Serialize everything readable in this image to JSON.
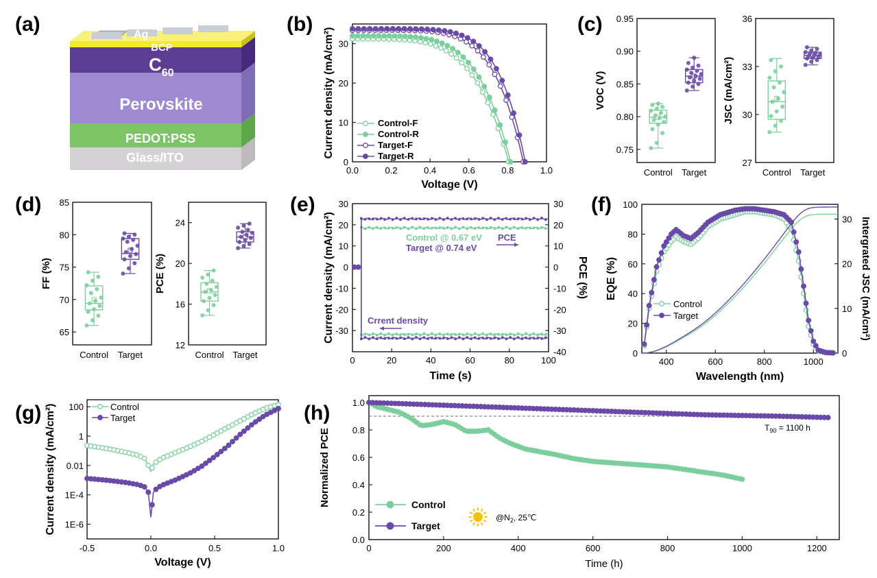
{
  "colors": {
    "control": "#7ccf9c",
    "target": "#6a4aa8",
    "axis": "#000000",
    "stack": "#6a4aa8"
  },
  "panel_labels": [
    "(a)",
    "(b)",
    "(c)",
    "(d)",
    "(e)",
    "(f)",
    "(g)",
    "(h)"
  ],
  "device_stack": {
    "layers": [
      {
        "name": "Ag",
        "color": "#c9ced6"
      },
      {
        "name": "BCP",
        "color": "#f2ea2c"
      },
      {
        "name": "C",
        "sub": "60",
        "color": "#5b3d92"
      },
      {
        "name": "Perovskite",
        "color": "#9d8ad0"
      },
      {
        "name": "PEDOT:PSS",
        "color": "#7cc466"
      },
      {
        "name": "Glass/ITO",
        "color": "#d5d2d6"
      }
    ]
  },
  "chart_data": [
    {
      "id": "b",
      "type": "line",
      "xlabel": "Voltage (V)",
      "ylabel": "Current density (mA/cm²)",
      "xlim": [
        0.0,
        1.0
      ],
      "ylim": [
        0,
        35
      ],
      "xticks": [
        "0.0",
        "0.2",
        "0.4",
        "0.6",
        "0.8",
        "1.0"
      ],
      "yticks": [
        "0",
        "10",
        "20",
        "30"
      ],
      "legend_position": "bottom-left",
      "series": [
        {
          "name": "Control-F",
          "jsc": 31.2,
          "voc": 0.805,
          "n": 4.6,
          "marker": "open"
        },
        {
          "name": "Control-R",
          "jsc": 32.0,
          "voc": 0.815,
          "n": 5.0,
          "marker": "filled"
        },
        {
          "name": "Target-F",
          "jsc": 33.4,
          "voc": 0.88,
          "n": 6.0,
          "marker": "open"
        },
        {
          "name": "Target-R",
          "jsc": 33.8,
          "voc": 0.89,
          "n": 6.6,
          "marker": "filled"
        }
      ]
    },
    {
      "id": "c1",
      "type": "box",
      "ylabel": "VOC (V)",
      "ylim": [
        0.73,
        0.95
      ],
      "yticks": [
        "0.75",
        "0.80",
        "0.85",
        "0.90",
        "0.95"
      ],
      "categories": [
        "Control",
        "Target"
      ],
      "boxes": [
        {
          "name": "Control",
          "min": 0.752,
          "q1": 0.79,
          "median": 0.799,
          "q3": 0.81,
          "max": 0.82,
          "mean": 0.799,
          "points": [
            0.752,
            0.76,
            0.775,
            0.781,
            0.788,
            0.792,
            0.795,
            0.798,
            0.8,
            0.802,
            0.806,
            0.809,
            0.812,
            0.815,
            0.818,
            0.82
          ]
        },
        {
          "name": "Target",
          "min": 0.84,
          "q1": 0.852,
          "median": 0.862,
          "q3": 0.872,
          "max": 0.89,
          "mean": 0.862,
          "points": [
            0.84,
            0.846,
            0.85,
            0.852,
            0.855,
            0.858,
            0.86,
            0.862,
            0.865,
            0.867,
            0.87,
            0.872,
            0.875,
            0.878,
            0.882,
            0.89
          ]
        }
      ]
    },
    {
      "id": "c2",
      "type": "box",
      "ylabel": "JSC (mA/cm²)",
      "ylim": [
        27,
        36
      ],
      "yticks": [
        "27",
        "30",
        "33",
        "36"
      ],
      "categories": [
        "Control",
        "Target"
      ],
      "boxes": [
        {
          "name": "Control",
          "min": 28.9,
          "q1": 29.7,
          "median": 30.8,
          "q3": 32.1,
          "max": 33.5,
          "mean": 31.0,
          "points": [
            28.9,
            29.3,
            29.6,
            29.9,
            30.2,
            30.5,
            30.8,
            31.0,
            31.4,
            31.7,
            32.0,
            32.3,
            32.7,
            33.0,
            33.4
          ]
        },
        {
          "name": "Target",
          "min": 33.1,
          "q1": 33.5,
          "median": 33.7,
          "q3": 33.9,
          "max": 34.2,
          "mean": 33.7,
          "points": [
            33.1,
            33.3,
            33.4,
            33.5,
            33.55,
            33.6,
            33.65,
            33.7,
            33.75,
            33.8,
            33.85,
            33.9,
            34.0,
            34.1,
            34.2
          ]
        }
      ]
    },
    {
      "id": "d1",
      "type": "box",
      "ylabel": "FF (%)",
      "ylim": [
        63,
        85
      ],
      "yticks": [
        "65",
        "70",
        "75",
        "80",
        "85"
      ],
      "categories": [
        "Control",
        "Target"
      ],
      "boxes": [
        {
          "name": "Control",
          "min": 66.0,
          "q1": 68.4,
          "median": 69.4,
          "q3": 72.1,
          "max": 74.2,
          "mean": 70.0,
          "points": [
            66.0,
            66.8,
            67.5,
            68.1,
            68.5,
            69.0,
            69.4,
            69.8,
            70.3,
            71.0,
            71.6,
            72.2,
            72.9,
            73.5,
            74.2
          ]
        },
        {
          "name": "Target",
          "min": 74.0,
          "q1": 76.2,
          "median": 77.1,
          "q3": 79.4,
          "max": 80.2,
          "mean": 77.6,
          "points": [
            74.0,
            74.8,
            75.6,
            76.2,
            76.7,
            77.0,
            77.3,
            77.8,
            78.3,
            78.9,
            79.2,
            79.4,
            79.7,
            80.0,
            80.2
          ]
        }
      ]
    },
    {
      "id": "d2",
      "type": "box",
      "ylabel": "PCE (%)",
      "ylim": [
        12,
        26
      ],
      "yticks": [
        "12",
        "16",
        "20",
        "24"
      ],
      "categories": [
        "Control",
        "Target"
      ],
      "boxes": [
        {
          "name": "Control",
          "min": 14.9,
          "q1": 16.3,
          "median": 17.2,
          "q3": 18.1,
          "max": 19.3,
          "mean": 17.3,
          "points": [
            14.9,
            15.4,
            15.9,
            16.3,
            16.6,
            16.9,
            17.2,
            17.4,
            17.7,
            18.0,
            18.3,
            18.6,
            18.9,
            19.3
          ]
        },
        {
          "name": "Target",
          "min": 21.5,
          "q1": 22.1,
          "median": 22.6,
          "q3": 23.1,
          "max": 23.9,
          "mean": 22.6,
          "points": [
            21.5,
            21.7,
            21.9,
            22.1,
            22.3,
            22.5,
            22.6,
            22.8,
            23.0,
            23.1,
            23.3,
            23.5,
            23.7,
            23.9
          ]
        }
      ]
    },
    {
      "id": "e",
      "type": "line",
      "xlabel": "Time (s)",
      "ylabel": "Current density (mA/cm²)",
      "ylabel2": "PCE (%)",
      "xlim": [
        0,
        100
      ],
      "ylim": [
        -40,
        30
      ],
      "xticks": [
        "0",
        "20",
        "40",
        "60",
        "80",
        "100"
      ],
      "yticks": [
        "-30",
        "-20",
        "-10",
        "0",
        "10",
        "20",
        "30"
      ],
      "y2ticks": [
        "-40",
        "-30",
        "-20",
        "-10",
        "0",
        "10",
        "20",
        "30"
      ],
      "annotations": [
        "Control  @ 0.67 eV",
        "Target   @ 0.74 eV",
        "PCE",
        "Crrent density"
      ],
      "series": [
        {
          "name": "Control PCE",
          "start": 4.5,
          "value": 18.5
        },
        {
          "name": "Target PCE",
          "start": 4.5,
          "value": 22.8
        },
        {
          "name": "Control current",
          "start": 4.5,
          "value": -31.8
        },
        {
          "name": "Target current",
          "start": 4.5,
          "value": -33.6
        }
      ]
    },
    {
      "id": "f",
      "type": "line",
      "xlabel": "Wavelength (nm)",
      "ylabel": "EQE (%)",
      "ylabel2": "Intergrated JSC (mA/cm²)",
      "xlim": [
        300,
        1100
      ],
      "ylim": [
        0,
        100
      ],
      "y2lim": [
        0,
        33.3
      ],
      "xticks": [
        "400",
        "600",
        "800",
        "1000"
      ],
      "yticks": [
        "0",
        "20",
        "40",
        "60",
        "80",
        "100"
      ],
      "y2ticks": [
        "0",
        "10",
        "20",
        "30"
      ],
      "legend_position": "lower-left",
      "series": [
        {
          "name": "Control",
          "eqe": [
            [
              310,
              5
            ],
            [
              330,
              30
            ],
            [
              360,
              55
            ],
            [
              390,
              68
            ],
            [
              420,
              75
            ],
            [
              440,
              78
            ],
            [
              470,
              75
            ],
            [
              500,
              73
            ],
            [
              530,
              77
            ],
            [
              570,
              85
            ],
            [
              620,
              90
            ],
            [
              680,
              93
            ],
            [
              720,
              95
            ],
            [
              760,
              95
            ],
            [
              800,
              94
            ],
            [
              840,
              93
            ],
            [
              880,
              90
            ],
            [
              910,
              83
            ],
            [
              940,
              62
            ],
            [
              960,
              40
            ],
            [
              980,
              18
            ],
            [
              1000,
              6
            ],
            [
              1020,
              1.5
            ],
            [
              1050,
              0.3
            ],
            [
              1100,
              0
            ]
          ],
          "jsc_final": 31.1
        },
        {
          "name": "Target",
          "eqe": [
            [
              310,
              6
            ],
            [
              330,
              32
            ],
            [
              360,
              58
            ],
            [
              390,
              72
            ],
            [
              420,
              80
            ],
            [
              440,
              83
            ],
            [
              470,
              79
            ],
            [
              500,
              77
            ],
            [
              530,
              81
            ],
            [
              570,
              88
            ],
            [
              620,
              93
            ],
            [
              680,
              96
            ],
            [
              720,
              97
            ],
            [
              760,
              97
            ],
            [
              800,
              96
            ],
            [
              840,
              95
            ],
            [
              880,
              93
            ],
            [
              910,
              88
            ],
            [
              940,
              68
            ],
            [
              960,
              45
            ],
            [
              980,
              22
            ],
            [
              1000,
              8
            ],
            [
              1020,
              2
            ],
            [
              1050,
              0.4
            ],
            [
              1100,
              0
            ]
          ],
          "jsc_final": 32.7
        }
      ]
    },
    {
      "id": "g",
      "type": "line",
      "xlabel": "Voltage (V)",
      "ylabel": "Current density (mA/cm²)",
      "yscale": "log",
      "xlim": [
        -0.5,
        1.0
      ],
      "ylim": [
        1e-07,
        300
      ],
      "xticks": [
        "-0.5",
        "0.0",
        "0.5",
        "1.0"
      ],
      "yticks": [
        "1E-6",
        "1E-4",
        "0.01",
        "1",
        "100"
      ],
      "legend_position": "top-left",
      "series": [
        {
          "name": "Control",
          "points": [
            [
              -0.5,
              0.23
            ],
            [
              -0.4,
              0.17
            ],
            [
              -0.3,
              0.12
            ],
            [
              -0.2,
              0.08
            ],
            [
              -0.1,
              0.05
            ],
            [
              -0.05,
              0.03
            ],
            [
              -0.02,
              0.01
            ],
            [
              0.0,
              0.004
            ],
            [
              0.02,
              0.012
            ],
            [
              0.05,
              0.02
            ],
            [
              0.1,
              0.035
            ],
            [
              0.2,
              0.08
            ],
            [
              0.3,
              0.18
            ],
            [
              0.4,
              0.45
            ],
            [
              0.5,
              1.3
            ],
            [
              0.6,
              3.8
            ],
            [
              0.7,
              11
            ],
            [
              0.8,
              32
            ],
            [
              0.9,
              80
            ],
            [
              1.0,
              140
            ]
          ]
        },
        {
          "name": "Target",
          "points": [
            [
              -0.5,
              0.0013
            ],
            [
              -0.4,
              0.0011
            ],
            [
              -0.3,
              0.0009
            ],
            [
              -0.2,
              0.0007
            ],
            [
              -0.1,
              0.0005
            ],
            [
              -0.05,
              0.00035
            ],
            [
              -0.02,
              0.00015
            ],
            [
              0.0,
              3e-06
            ],
            [
              0.02,
              0.00015
            ],
            [
              0.05,
              0.0003
            ],
            [
              0.1,
              0.0005
            ],
            [
              0.2,
              0.0011
            ],
            [
              0.3,
              0.0028
            ],
            [
              0.4,
              0.009
            ],
            [
              0.5,
              0.04
            ],
            [
              0.6,
              0.2
            ],
            [
              0.7,
              1.3
            ],
            [
              0.8,
              7
            ],
            [
              0.9,
              28
            ],
            [
              1.0,
              75
            ]
          ]
        }
      ]
    },
    {
      "id": "h",
      "type": "line",
      "xlabel": "Time (h)",
      "ylabel": "Normalized PCE",
      "xlim": [
        0,
        1260
      ],
      "ylim": [
        0,
        1.05
      ],
      "xticks": [
        "0",
        "200",
        "400",
        "600",
        "800",
        "1000",
        "1200"
      ],
      "yticks": [
        "0.0",
        "0.2",
        "0.4",
        "0.6",
        "0.8",
        "1.0"
      ],
      "reference_line": 0.9,
      "annotations": [
        "T90 = 1100 h",
        "@N2, 25℃"
      ],
      "legend_position": "bottom-left",
      "series": [
        {
          "name": "Control",
          "points": [
            [
              0,
              1.0
            ],
            [
              20,
              0.97
            ],
            [
              50,
              0.95
            ],
            [
              80,
              0.93
            ],
            [
              110,
              0.89
            ],
            [
              140,
              0.83
            ],
            [
              170,
              0.84
            ],
            [
              200,
              0.86
            ],
            [
              230,
              0.84
            ],
            [
              260,
              0.79
            ],
            [
              290,
              0.79
            ],
            [
              320,
              0.8
            ],
            [
              350,
              0.74
            ],
            [
              380,
              0.7
            ],
            [
              420,
              0.66
            ],
            [
              460,
              0.64
            ],
            [
              500,
              0.62
            ],
            [
              550,
              0.59
            ],
            [
              600,
              0.57
            ],
            [
              650,
              0.56
            ],
            [
              700,
              0.55
            ],
            [
              750,
              0.54
            ],
            [
              800,
              0.53
            ],
            [
              850,
              0.51
            ],
            [
              900,
              0.49
            ],
            [
              950,
              0.47
            ],
            [
              1000,
              0.44
            ]
          ]
        },
        {
          "name": "Target",
          "points": [
            [
              0,
              1.0
            ],
            [
              100,
              0.99
            ],
            [
              200,
              0.98
            ],
            [
              300,
              0.97
            ],
            [
              400,
              0.96
            ],
            [
              500,
              0.95
            ],
            [
              600,
              0.94
            ],
            [
              700,
              0.93
            ],
            [
              800,
              0.92
            ],
            [
              900,
              0.91
            ],
            [
              1000,
              0.905
            ],
            [
              1100,
              0.9
            ],
            [
              1230,
              0.89
            ]
          ]
        }
      ]
    }
  ]
}
